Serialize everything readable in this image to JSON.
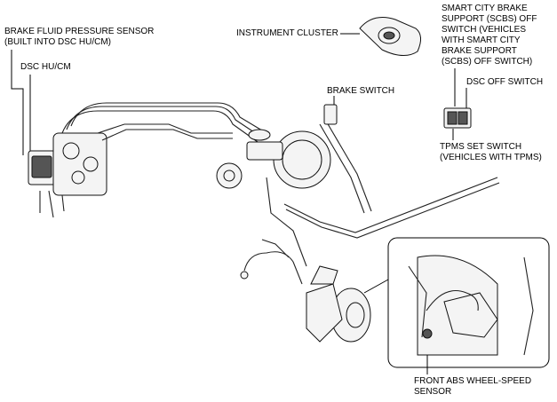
{
  "labels": {
    "brake_fluid_pressure_sensor": "BRAKE FLUID PRESSURE SENSOR\n(BUILT INTO DSC HU/CM)",
    "dsc_hu_cm": "DSC HU/CM",
    "instrument_cluster": "INSTRUMENT CLUSTER",
    "scbs_off_switch": "SMART CITY BRAKE\nSUPPORT (SCBS) OFF\nSWITCH (VEHICLES\nWITH SMART CITY\nBRAKE SUPPORT\n(SCBS) OFF SWITCH)",
    "brake_switch": "BRAKE SWITCH",
    "dsc_off_switch": "DSC OFF SWITCH",
    "tpms_set_switch": "TPMS SET SWITCH\n(VEHICLES WITH TPMS)",
    "front_abs_wheel_speed_sensor": "FRONT ABS WHEEL-SPEED\nSENSOR"
  }
}
